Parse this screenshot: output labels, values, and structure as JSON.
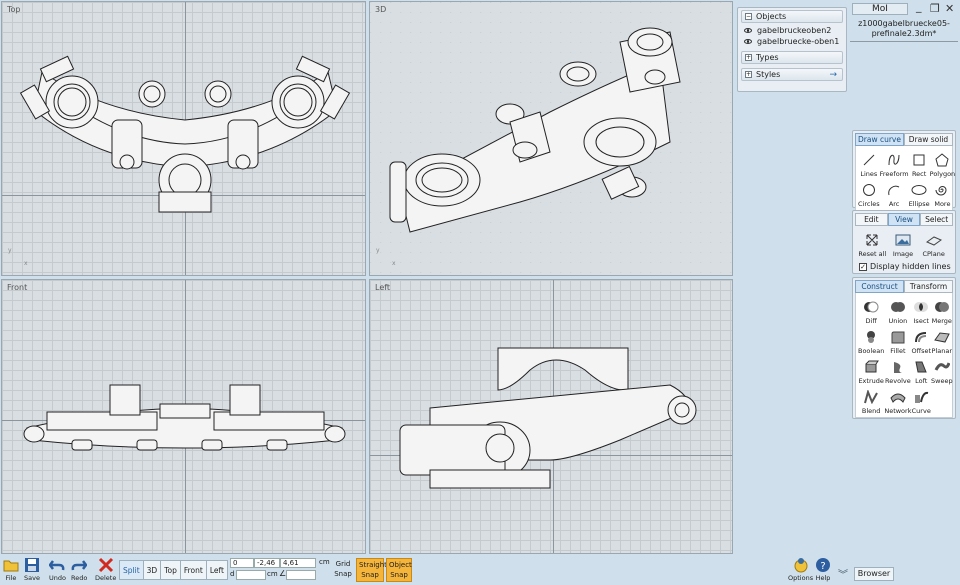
{
  "viewports": {
    "top": "Top",
    "persp": "3D",
    "front": "Front",
    "left": "Left"
  },
  "objects_panel": {
    "objects_label": "Objects",
    "items": [
      "gabelbruckeoben2",
      "gabelbruecke-oben1"
    ],
    "types_label": "Types",
    "styles_label": "Styles"
  },
  "window": {
    "app_title": "MoI",
    "filename_line1": "z1000gabelbruecke05-",
    "filename_line2": "prefinale2.3dm*"
  },
  "draw_panel": {
    "tabs": [
      "Draw curve",
      "Draw solid"
    ],
    "tools": [
      "Lines",
      "Freeform",
      "Rect",
      "Polygon",
      "Circles",
      "Arc",
      "Ellipse",
      "More"
    ]
  },
  "view_panel": {
    "tabs": [
      "Edit",
      "View",
      "Select"
    ],
    "tools": [
      "Reset all",
      "Image",
      "CPlane"
    ],
    "checkbox_label": "Display hidden lines"
  },
  "construct_panel": {
    "tabs": [
      "Construct",
      "Transform"
    ],
    "tools": [
      "Diff",
      "Union",
      "Isect",
      "Merge",
      "Boolean",
      "Fillet",
      "Offset",
      "Planar",
      "Extrude",
      "Revolve",
      "Loft",
      "Sweep",
      "Blend",
      "Network",
      "Curve"
    ]
  },
  "bottom": {
    "file": "File",
    "save": "Save",
    "undo": "Undo",
    "redo": "Redo",
    "delete": "Delete",
    "view_buttons": [
      "Split",
      "3D",
      "Top",
      "Front",
      "Left"
    ],
    "coord_x": "0",
    "coord_y": "-2,46",
    "coord_z": "4,61",
    "unit1": "cm",
    "d_label": "d",
    "unit2": "cm",
    "grid_snap_1": "Grid",
    "grid_snap_2": "Snap",
    "straight_snap_1": "Straight",
    "straight_snap_2": "Snap",
    "object_snap_1": "Object",
    "object_snap_2": "Snap",
    "options": "Options",
    "help": "Help",
    "browser": "Browser"
  },
  "colors": {
    "active_tab": "#cfe3f5",
    "snap_on": "#f5b53a",
    "background": "#cfe0ec"
  }
}
